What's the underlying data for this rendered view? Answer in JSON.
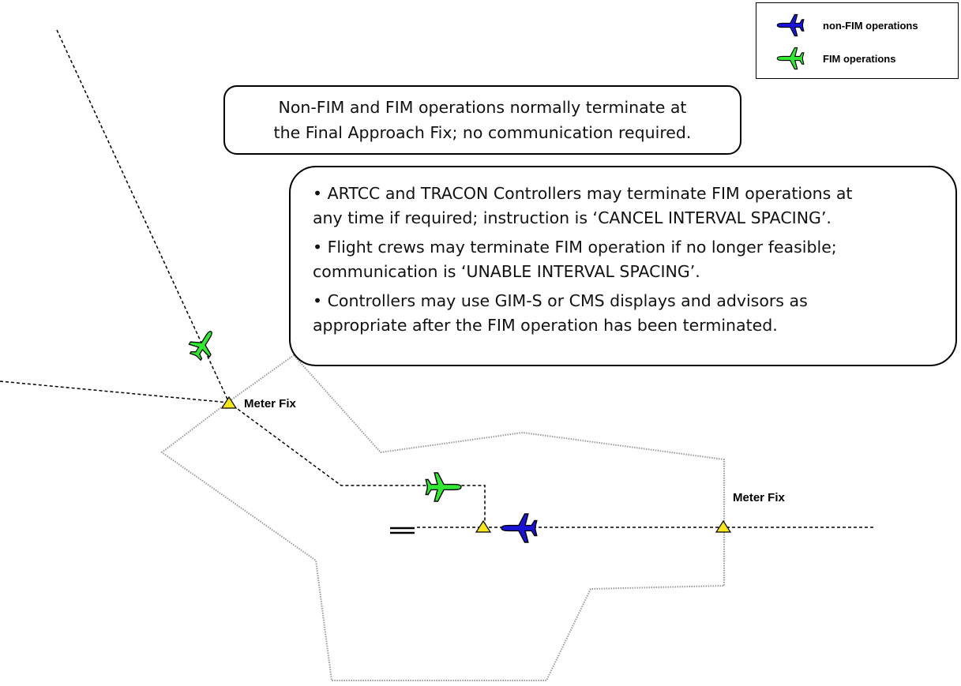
{
  "legend": {
    "items": [
      {
        "label": "non-FIM operations",
        "color": "#1a14d8",
        "icon": "airplane-icon"
      },
      {
        "label": "FIM operations",
        "color": "#33e833",
        "icon": "airplane-icon"
      }
    ]
  },
  "callout_top": {
    "lines": [
      "Non-FIM and FIM operations normally terminate at",
      "the Final Approach Fix; no communication required."
    ]
  },
  "callout_main": {
    "bullets": [
      {
        "lines": [
          "• ARTCC and TRACON Controllers may terminate FIM operations at",
          "any time if required; instruction is ‘CANCEL INTERVAL SPACING’."
        ]
      },
      {
        "lines": [
          "• Flight crews may terminate FIM operation if no longer feasible;",
          "communication is ‘UNABLE INTERVAL SPACING’."
        ]
      },
      {
        "lines": [
          "• Controllers may use GIM-S or CMS displays and advisors as",
          "appropriate after the FIM operation has been terminated."
        ]
      }
    ]
  },
  "labels": {
    "meter_fix_left": "Meter Fix",
    "meter_fix_right": "Meter Fix"
  },
  "colors": {
    "fix_triangle": "#f5e61b",
    "non_fim_aircraft": "#1a14d8",
    "fim_aircraft": "#33e833"
  }
}
